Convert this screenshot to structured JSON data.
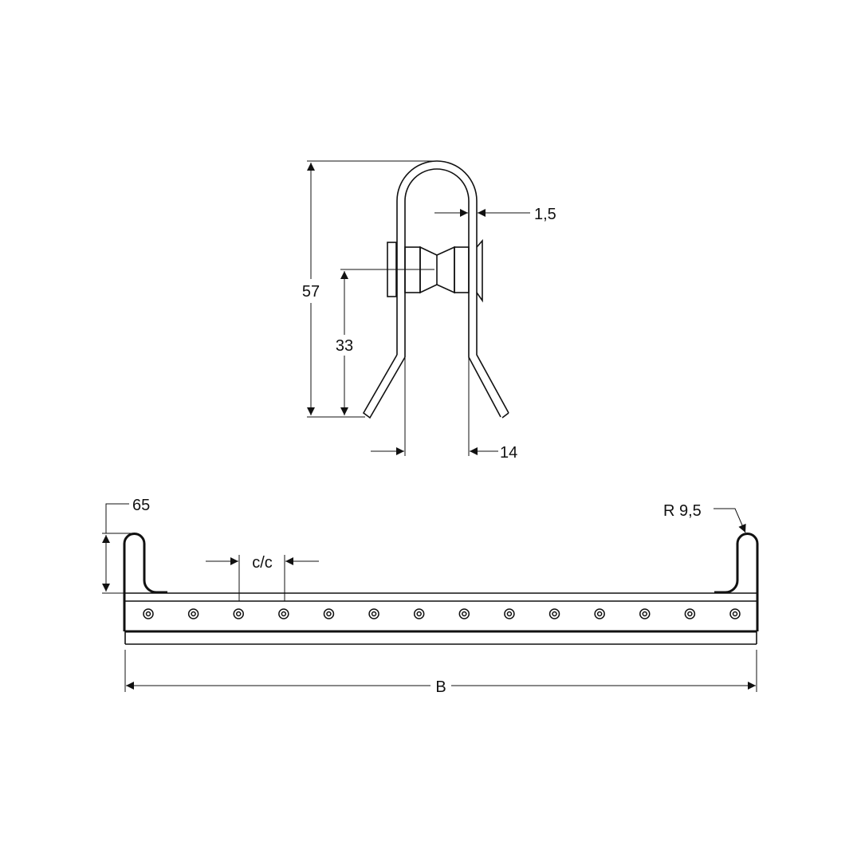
{
  "top_view": {
    "dim_height_total": "57",
    "dim_roller_height": "33",
    "dim_wire_thickness": "1,5",
    "dim_inner_width": "14"
  },
  "front_view": {
    "dim_hook_height": "65",
    "dim_spacing": "c/c",
    "dim_radius": "R 9,5",
    "dim_width": "B",
    "hole_count": 14
  }
}
